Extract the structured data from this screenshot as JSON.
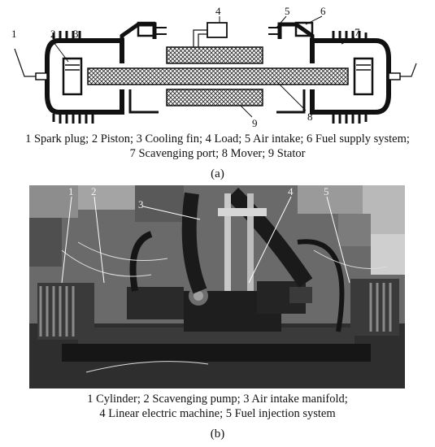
{
  "figure_a": {
    "callouts": [
      "1",
      "2",
      "3",
      "4",
      "5",
      "6",
      "7",
      "8",
      "9"
    ],
    "caption_line1": "1 Spark plug; 2 Piston; 3 Cooling fin; 4 Load; 5 Air intake; 6 Fuel supply system;",
    "caption_line2": "7 Scavenging port; 8 Mover; 9 Stator",
    "label": "(a)"
  },
  "figure_b": {
    "callouts": [
      "1",
      "2",
      "3",
      "4",
      "5"
    ],
    "caption_line1": "1 Cylinder; 2 Scavenging pump; 3 Air intake manifold;",
    "caption_line2": "4 Linear electric machine; 5 Fuel injection system",
    "label": "(b)"
  }
}
